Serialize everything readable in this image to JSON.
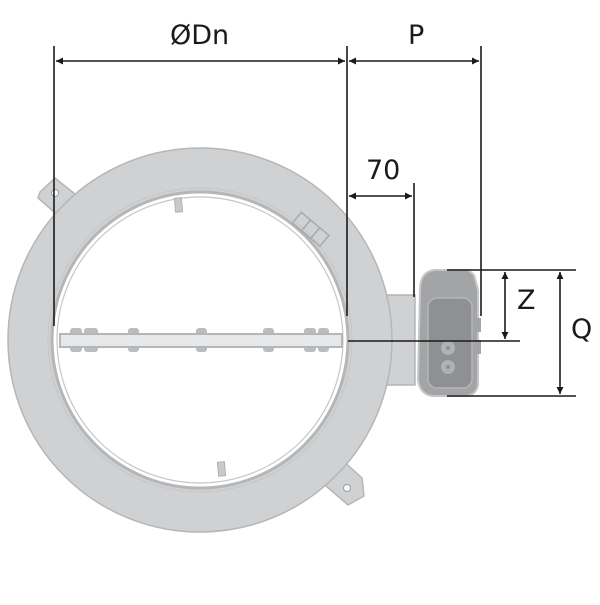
{
  "diagram": {
    "subject": "circular damper with actuator",
    "dimensions": {
      "diameter_label": "ØDn",
      "projection_label": "P",
      "offset_label": "70",
      "axis_height_label": "Z",
      "actuator_height_label": "Q"
    },
    "colors": {
      "body_fill": "#d0d1d3",
      "body_outline": "#b5b6b8",
      "blade_fill": "#e6e7e8",
      "actuator_fill": "#a3a4a6",
      "actuator_panel": "#8f9092",
      "dimension_line": "#1a1a1a"
    }
  }
}
